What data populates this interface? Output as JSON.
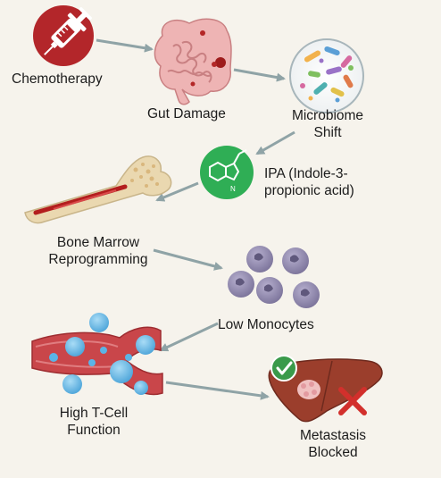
{
  "nodes": {
    "chemotherapy": {
      "label": "Chemotherapy",
      "icon": "syringe-icon"
    },
    "gut_damage": {
      "label": "Gut Damage",
      "icon": "intestine-icon"
    },
    "microbiome": {
      "label_line1": "Microbiome",
      "label_line2": "Shift",
      "icon": "bacteria-dish-icon"
    },
    "ipa": {
      "label_line1": "IPA (Indole-3-",
      "label_line2": "propionic acid)",
      "icon": "molecule-icon"
    },
    "bone_marrow": {
      "label_line1": "Bone Marrow",
      "label_line2": "Reprogramming",
      "icon": "bone-icon"
    },
    "monocytes": {
      "label": "Low Monocytes",
      "icon": "monocyte-cells-icon"
    },
    "tcell": {
      "label_line1": "High T-Cell",
      "label_line2": "Function",
      "icon": "blood-vessel-icon"
    },
    "metastasis": {
      "label_line1": "Metastasis",
      "label_line2": "Blocked",
      "icon": "liver-icon"
    }
  },
  "colors": {
    "background": "#f6f3ec",
    "chemo_red": "#b3262a",
    "gut_pink": "#eeb4b4",
    "ipa_green": "#2fae55",
    "arrow_gray": "#8fa3a6",
    "monocyte_purple": "#8e86ad",
    "vessel_red": "#c9464a",
    "tcell_blue": "#5bb4e6",
    "liver_brown": "#9b3e2c",
    "check_green": "#3a9a4a",
    "cross_red": "#d2302c"
  }
}
